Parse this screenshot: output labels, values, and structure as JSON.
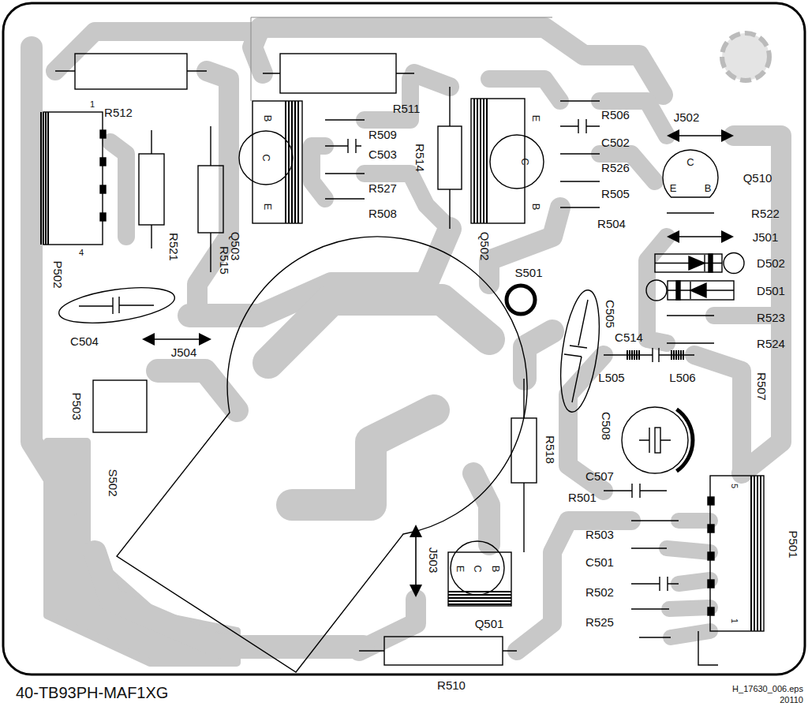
{
  "diagram": {
    "labels": [
      "R512",
      "R511",
      "R506",
      "J502",
      "R509",
      "C502",
      "C503",
      "R526",
      "R514",
      "Q510",
      "R527",
      "R505",
      "R508",
      "R504",
      "R522",
      "J501",
      "D502",
      "D501",
      "S501",
      "R523",
      "R524",
      "C505",
      "C504",
      "J504",
      "C514",
      "L505",
      "L506",
      "R507",
      "P503",
      "C508",
      "R518",
      "C507",
      "S502",
      "R501",
      "R503",
      "C501",
      "R502",
      "R525",
      "R510",
      "Q501",
      "J503",
      "Q502",
      "Q503",
      "R521",
      "R515",
      "P502",
      "P501",
      "1",
      "4",
      "5",
      "1",
      "B",
      "C",
      "E",
      "E",
      "C",
      "B",
      "C",
      "E",
      "B",
      "E",
      "C",
      "B",
      "40-TB93PH-MAF1XG",
      "H_17630_006.eps",
      "20110"
    ]
  }
}
